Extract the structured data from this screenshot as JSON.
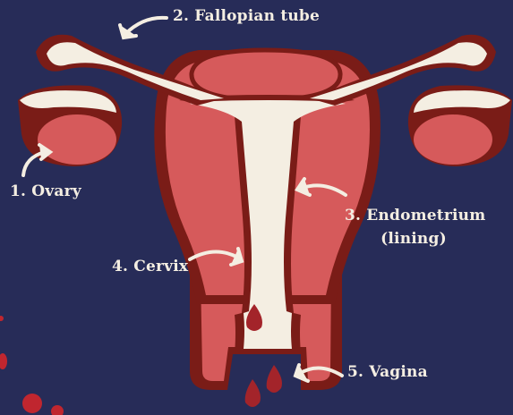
{
  "labels": {
    "ovary": "1. Ovary",
    "fallopian_tube": "2. Fallopian tube",
    "endometrium_line1": "3. Endometrium",
    "endometrium_line2": "(lining)",
    "cervix": "4. Cervix",
    "vagina": "5. Vagina"
  },
  "colors": {
    "background": "#272c58",
    "outline": "#7a1c17",
    "tissue": "#d65a5b",
    "lining": "#f4eee2",
    "blood": "#a3242a",
    "accent_dot": "#c0262f"
  }
}
